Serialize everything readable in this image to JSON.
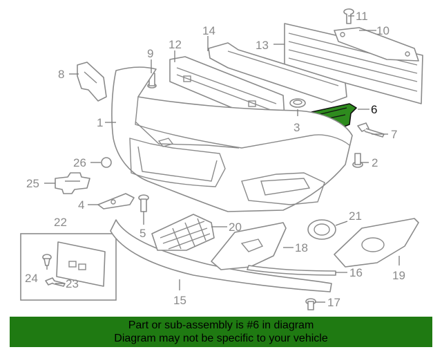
{
  "callouts": {
    "c1": "1",
    "c2": "2",
    "c3": "3",
    "c4": "4",
    "c5": "5",
    "c6": "6",
    "c7": "7",
    "c8": "8",
    "c9": "9",
    "c10": "10",
    "c11": "11",
    "c12": "12",
    "c13": "13",
    "c14": "14",
    "c15": "15",
    "c16": "16",
    "c17": "17",
    "c18": "18",
    "c19": "19",
    "c20": "20",
    "c21": "21",
    "c22": "22",
    "c23": "23",
    "c24": "24",
    "c25": "25",
    "c26": "26"
  },
  "highlight": {
    "part": "6",
    "color": "#2e8b1e"
  },
  "banner": {
    "line1": "Part or sub-assembly is #6 in diagram",
    "line2": "Diagram may not be specific to your vehicle",
    "background": "#1f7a12"
  }
}
